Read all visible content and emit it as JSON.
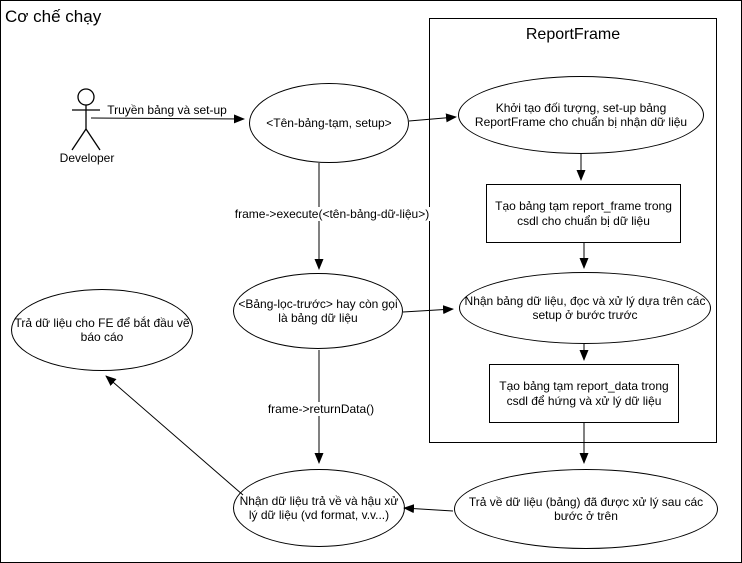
{
  "title": "Cơ chế chạy",
  "colors": {
    "stroke": "#000000",
    "background": "#ffffff"
  },
  "actor": {
    "label": "Developer"
  },
  "frame": {
    "title": "ReportFrame"
  },
  "nodes": {
    "ten_bang_tam": {
      "shape": "ellipse",
      "label": "<Tên-bảng-tạm, setup>"
    },
    "khoi_tao": {
      "shape": "ellipse",
      "label": "Khởi tạo đối tượng, set-up bảng ReportFrame cho chuẩn bị nhận dữ liệu"
    },
    "tao_bang_frame": {
      "shape": "rect",
      "label": "Tạo bảng tạm report_frame trong csdl cho chuẩn bị dữ liệu"
    },
    "bang_loc_truoc": {
      "shape": "ellipse",
      "label": "<Bảng-lọc-trước> hay còn gọi là bảng dữ liệu"
    },
    "nhan_bang": {
      "shape": "ellipse",
      "label": "Nhận bảng dữ liệu, đọc và xử lý dựa trên các setup ở bước trước"
    },
    "tao_bang_data": {
      "shape": "rect",
      "label": "Tạo bảng tạm report_data trong csdl để hứng và xử lý dữ liệu"
    },
    "tra_ve": {
      "shape": "ellipse",
      "label": "Trả về dữ liệu (bảng) đã được xử lý sau các bước ở trên"
    },
    "nhan_du_lieu": {
      "shape": "ellipse",
      "label": "Nhận dữ liệu trả về và hậu xử lý dữ liệu (vd format, v.v...)"
    },
    "tra_fe": {
      "shape": "ellipse",
      "label": "Trả dữ liệu cho FE để bắt đầu vẽ báo cáo"
    }
  },
  "edges": {
    "truyen_bang": {
      "label": "Truyền bảng và set-up"
    },
    "execute": {
      "label": "frame->execute(<tên-bảng-dữ-liệu>)"
    },
    "return_data": {
      "label": "frame->returnData()"
    }
  }
}
